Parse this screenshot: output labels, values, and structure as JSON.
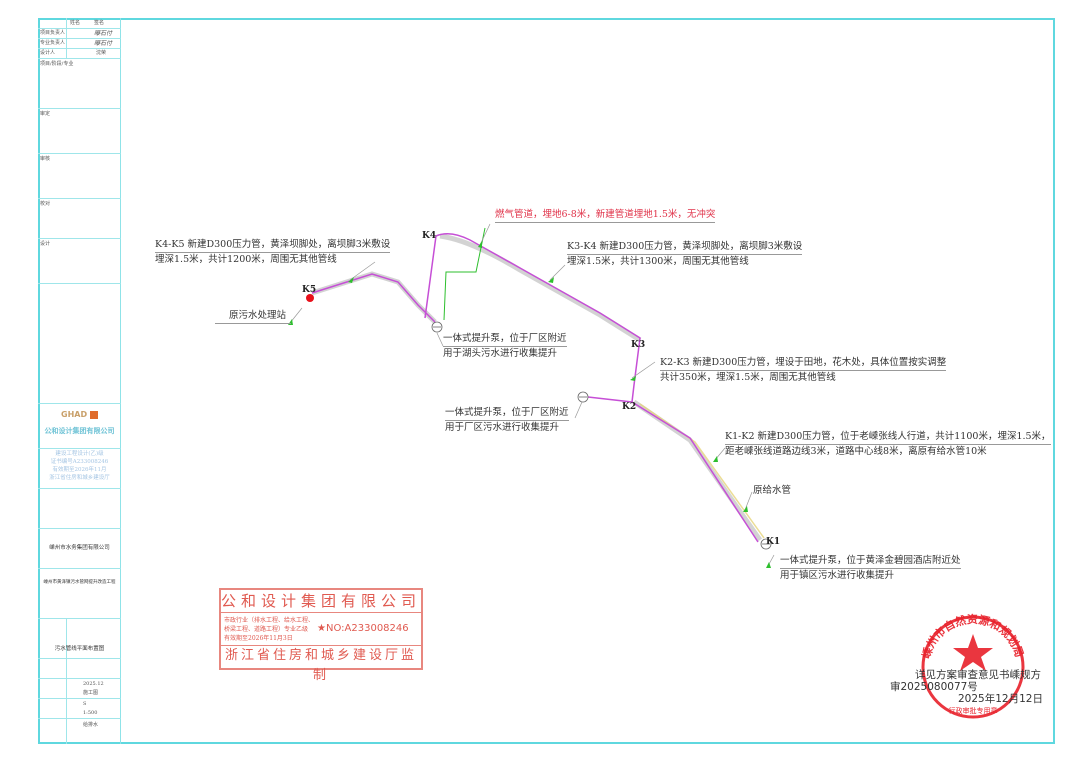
{
  "title_block": {
    "header_cols": [
      "姓名",
      "签名"
    ],
    "rows": [
      "项目负责人",
      "专业负责人",
      "设计人"
    ],
    "signatures": [
      "曝石付",
      "曝石付",
      "沈荣"
    ],
    "sections": [
      "项目/阶段/专业",
      "审定",
      "审核",
      "校对",
      "设计"
    ],
    "logo": "GHAD",
    "company": "公和设计集团有限公司",
    "cert_lines": [
      "建设工程设计(乙)级",
      "证书编号A233008246",
      "有效期至2026年11月",
      "浙江省住房和城乡建设厅"
    ],
    "client": "嵊州市水务集团有限公司",
    "project": "嵊州市黄泽镇污水管网提升改造工程",
    "drawing_name": "污水管线平面布置图",
    "date": "2025.12",
    "stage": "施工图",
    "sheet": "S",
    "scale": "1:500",
    "discipline": "给排水"
  },
  "nodes": {
    "k1": "K1",
    "k2": "K2",
    "k3": "K3",
    "k4": "K4",
    "k5": "K5"
  },
  "annotations": {
    "k4k5": {
      "line1": "K4-K5  新建D300压力管，黄泽坝脚处，离坝脚3米敷设",
      "line2": "埋深1.5米，共计1200米，周围无其他管线"
    },
    "old_plant": "原污水处理站",
    "gas": "燃气管道，埋地6-8米，新建管道埋地1.5米，无冲突",
    "k3k4": {
      "line1": "K3-K4  新建D300压力管，黄泽坝脚处，离坝脚3米敷设",
      "line2": "埋深1.5米，共计1300米，周围无其他管线"
    },
    "pump_hutou": {
      "line1": "一体式提升泵，位于厂区附近",
      "line2": "用于湖头污水进行收集提升"
    },
    "k2k3": {
      "line1": "K2-K3  新建D300压力管，埋设于田地，花木处，具体位置按实调整",
      "line2": "共计350米，埋深1.5米，周围无其他管线"
    },
    "pump_plant": {
      "line1": "一体式提升泵，位于厂区附近",
      "line2": "用于厂区污水进行收集提升"
    },
    "k1k2": {
      "line1": "K1-K2  新建D300压力管，位于老嵊张线人行道，共计1100米，埋深1.5米，",
      "line2": "距老嵊张线道路边线3米，道路中心线8米，离原有给水管10米"
    },
    "water_pipe": "原给水管",
    "pump_town": {
      "line1": "一体式提升泵，位于黄泽金碧园酒店附近处",
      "line2": "用于镇区污水进行收集提升"
    }
  },
  "qualification_stamp": {
    "company": "公和设计集团有限公司",
    "line1": "市政行业（排水工程、给水工程、",
    "line2": "桥梁工程、道路工程）专业乙级",
    "line3": "有效期至2026年11月3日",
    "number": "NO:A233008246",
    "authority": "浙江省住房和城乡建设厅监制"
  },
  "approval": {
    "seal_text": "嵊州市自然资源和规划局",
    "seal_sub": "行政审批专用章",
    "line1": "详见方案审查意见书嵊规方",
    "line2": "审2025080077号",
    "date": "2025年12月12日"
  },
  "colors": {
    "frame": "#5fd8df",
    "pipe": "#c64fd6",
    "leader": "#2dbf2d",
    "stamp": "#e05a50",
    "seal": "#e8202a"
  }
}
